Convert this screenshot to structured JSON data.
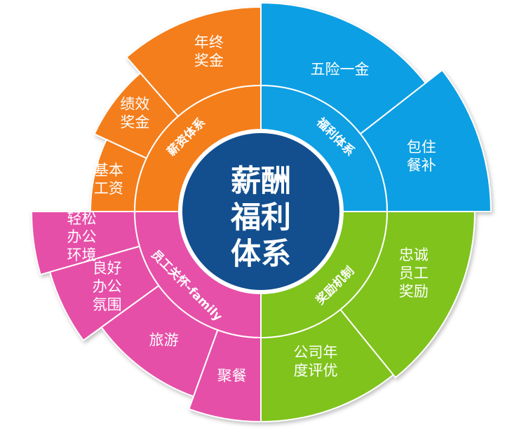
{
  "center": {
    "lines": [
      "薪酬",
      "福利",
      "体系"
    ]
  },
  "colors": {
    "salary": "#f47e1a",
    "welfare": "#0f9fe3",
    "incentive": "#7fc31c",
    "care": "#e650a8",
    "center": "#134f8f"
  },
  "quadrants": [
    {
      "key": "salary",
      "title": "薪资体系",
      "items": [
        {
          "lines": [
            "年终",
            "奖金"
          ]
        },
        {
          "lines": [
            "绩效",
            "奖金"
          ]
        },
        {
          "lines": [
            "基本",
            "工资"
          ]
        }
      ]
    },
    {
      "key": "welfare",
      "title": "福利体系",
      "items": [
        {
          "lines": [
            "五险一金"
          ]
        },
        {
          "lines": [
            "包住",
            "餐补"
          ]
        }
      ]
    },
    {
      "key": "incentive",
      "title": "奖励机制",
      "items": [
        {
          "lines": [
            "忠诚",
            "员工",
            "奖励"
          ]
        },
        {
          "lines": [
            "公司年",
            "度评优"
          ]
        }
      ]
    },
    {
      "key": "care",
      "title": "员工关怀-family",
      "items": [
        {
          "lines": [
            "轻松",
            "办公",
            "环境"
          ]
        },
        {
          "lines": [
            "良好",
            "办公",
            "氛围"
          ]
        },
        {
          "lines": [
            "旅游"
          ]
        },
        {
          "lines": [
            "聚餐"
          ]
        }
      ]
    }
  ]
}
